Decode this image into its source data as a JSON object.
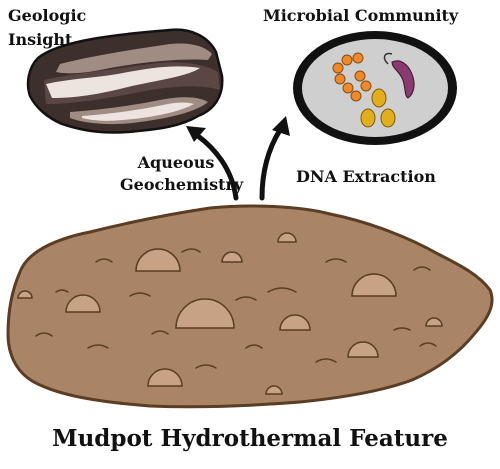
{
  "labels": {
    "geologic_line1": "Geologic",
    "geologic_line2": "Insight",
    "microbial": "Microbial Community",
    "aqueous_line1": "Aqueous",
    "aqueous_line2": "Geochemistry",
    "dna": "DNA Extraction",
    "title": "Mudpot Hydrothermal Feature"
  },
  "colors": {
    "mud_fill": "#a98466",
    "mud_outline": "#5a3d22",
    "bubble_fill": "#c7a284",
    "rock_dark": "#3d2f2c",
    "rock_mid": "#5a4642",
    "rock_band": "#a08c83",
    "rock_light": "#ede4df",
    "dish_fill": "#cfcfcf",
    "dish_rim": "#111111",
    "cocci": "#ef8a2b",
    "bacilli": "#e3ae1c",
    "spirillum": "#8a3a6e",
    "arrow": "#111111"
  }
}
